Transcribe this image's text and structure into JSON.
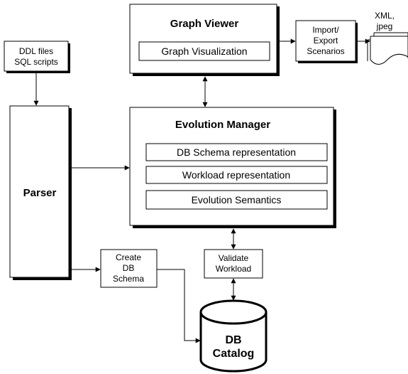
{
  "input_box": {
    "line1": "DDL files",
    "line2": "SQL scripts"
  },
  "graph_viewer": {
    "title": "Graph Viewer",
    "module": "Graph Visualization"
  },
  "import_export": {
    "line1": "Import/",
    "line2": "Export",
    "line3": "Scenarios"
  },
  "output_doc": {
    "line1": "XML,",
    "line2": "jpeg"
  },
  "parser": {
    "label": "Parser"
  },
  "evolution_manager": {
    "title": "Evolution Manager",
    "modules": [
      "DB Schema representation",
      "Workload representation",
      "Evolution Semantics"
    ]
  },
  "create_schema": {
    "line1": "Create",
    "line2": "DB",
    "line3": "Schema"
  },
  "validate_workload": {
    "line1": "Validate",
    "line2": "Workload"
  },
  "db_catalog": {
    "line1": "DB",
    "line2": "Catalog"
  }
}
